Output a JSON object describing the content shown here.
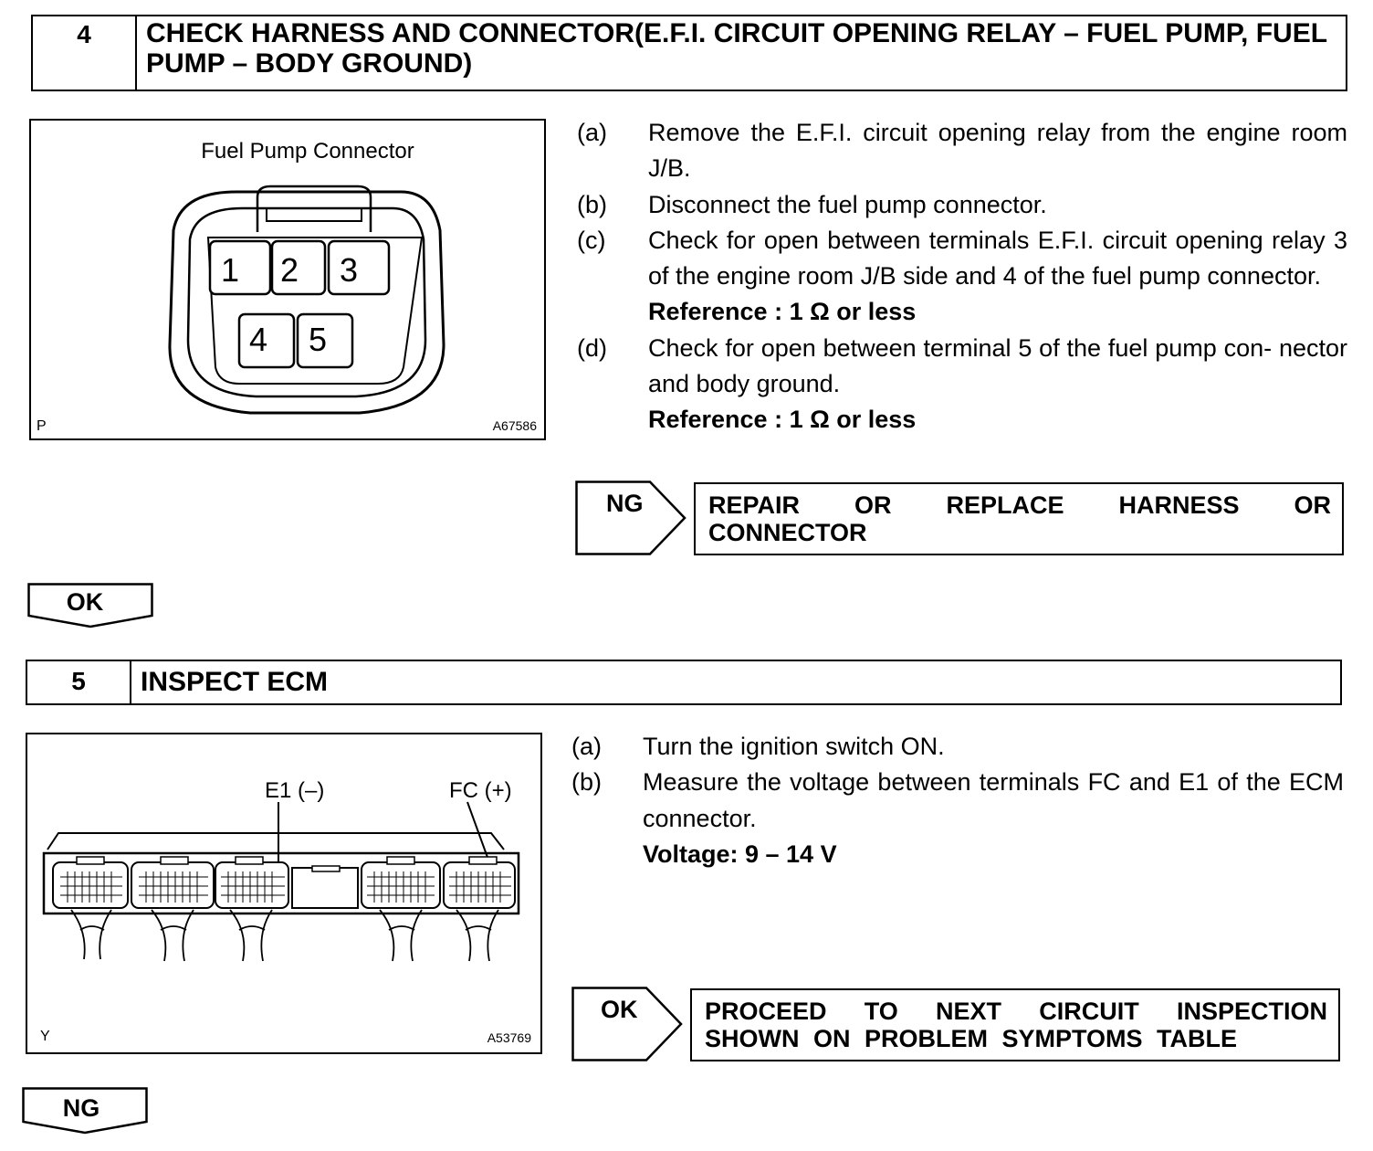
{
  "step4": {
    "number": "4",
    "title": "CHECK HARNESS AND CONNECTOR(E.F.I. CIRCUIT OPENING RELAY – FUEL PUMP, FUEL PUMP – BODY GROUND)",
    "figure": {
      "caption": "Fuel Pump Connector",
      "pins": [
        "1",
        "2",
        "3",
        "4",
        "5"
      ],
      "corner_letter": "P",
      "code": "A67586"
    },
    "instructions": [
      {
        "label": "(a)",
        "text": "Remove the E.F.I. circuit opening relay from the engine room J/B."
      },
      {
        "label": "(b)",
        "text": "Disconnect the fuel pump connector."
      },
      {
        "label": "(c)",
        "text": "Check for open between terminals E.F.I. circuit opening relay 3 of the engine room J/B side and 4 of the fuel pump connector."
      },
      {
        "label": "",
        "text": "Reference : 1 Ω or less",
        "spec": true
      },
      {
        "label": "(d)",
        "text": "Check for open between terminal 5 of the fuel pump con- nector and body ground."
      },
      {
        "label": "",
        "text": "Reference : 1 Ω or less",
        "spec": true
      }
    ],
    "ng_tag": "NG",
    "ng_action": "REPAIR OR REPLACE HARNESS OR CONNECTOR",
    "ok_tag": "OK"
  },
  "step5": {
    "number": "5",
    "title": "INSPECT ECM",
    "figure": {
      "label_e1": "E1 (–)",
      "label_fc": "FC (+)",
      "corner_letter": "Y",
      "code": "A53769"
    },
    "instructions": [
      {
        "label": "(a)",
        "text": "Turn the ignition switch ON."
      },
      {
        "label": "(b)",
        "text": "Measure the voltage between terminals FC and E1 of the ECM connector."
      },
      {
        "label": "",
        "text": "Voltage: 9 – 14 V",
        "spec": true
      }
    ],
    "ok_tag": "OK",
    "ok_action": "PROCEED TO NEXT CIRCUIT INSPECTION SHOWN ON PROBLEM SYMPTOMS TABLE",
    "ng_tag": "NG"
  }
}
